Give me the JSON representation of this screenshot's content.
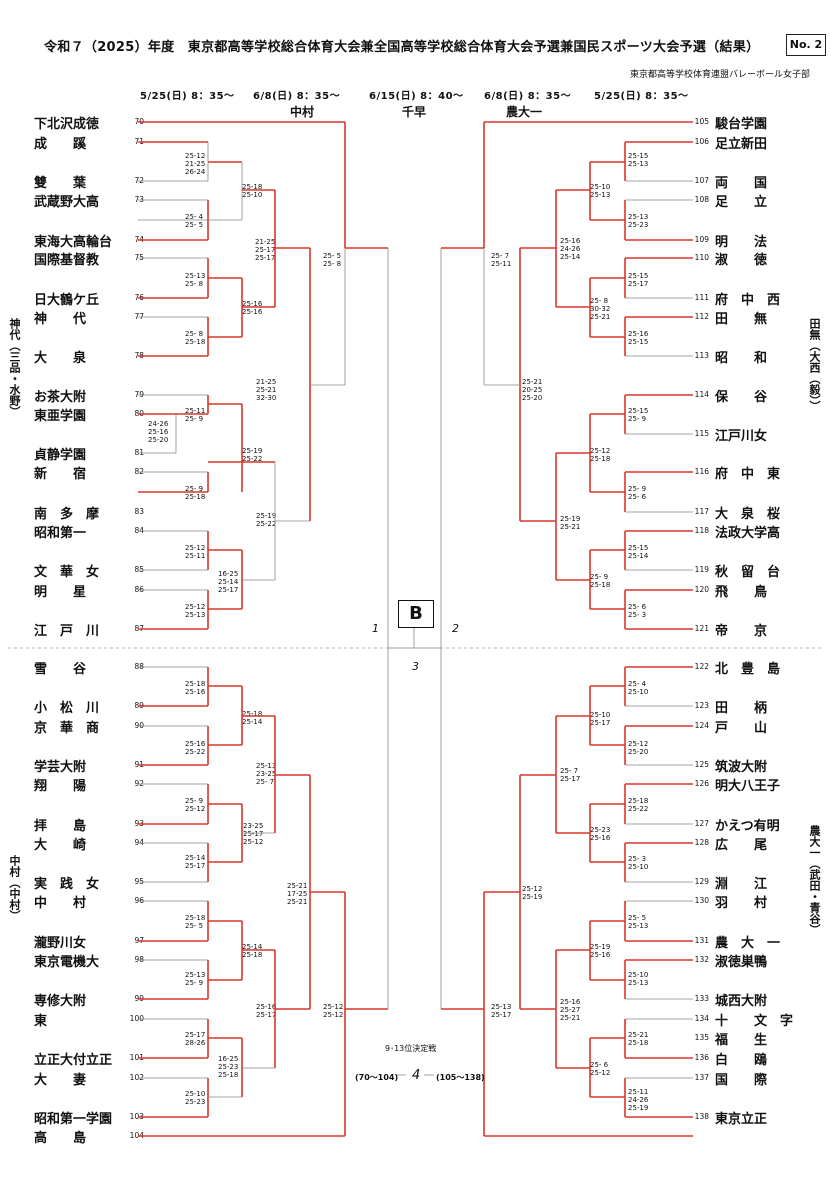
{
  "title": "令和７（2025）年度　東京都高等学校総合体育大会兼全国高等学校総合体育大会予選兼国民スポーツ大会予選（結果）",
  "page_no": "No. 2",
  "org": "東京都高等学校体育連盟バレーボール女子部",
  "dates": [
    "5/25(日) 8：35〜",
    "6/8(日) 8：35〜",
    "6/15(日) 8：40〜",
    "6/8(日) 8：35〜",
    "5/25(日) 8：35〜"
  ],
  "courts": [
    "中村",
    "千早",
    "農大一"
  ],
  "venue_left_top": "神代（三品・水野）",
  "venue_left_bottom": "中村（中村）",
  "venue_right_top": "田無（大西（毅））",
  "venue_right_bottom": "農大一（武田・青谷）",
  "block": "B",
  "final_labels": [
    "1",
    "2",
    "3"
  ],
  "consolation": {
    "title": "9･13位決定戦",
    "left": "(70〜104)",
    "mid": "4",
    "right": "(105〜138)"
  },
  "left_teams": [
    {
      "no": "70",
      "name": "下北沢成徳"
    },
    {
      "no": "71",
      "name": "成　　蹊"
    },
    {
      "no": "72",
      "name": "雙　　葉"
    },
    {
      "no": "73",
      "name": "武蔵野大高"
    },
    {
      "no": "74",
      "name": "東海大高輪台"
    },
    {
      "no": "75",
      "name": "国際基督教"
    },
    {
      "no": "76",
      "name": "日大鶴ケ丘"
    },
    {
      "no": "77",
      "name": "神　　代"
    },
    {
      "no": "78",
      "name": "大　　泉"
    },
    {
      "no": "79",
      "name": "お茶大附"
    },
    {
      "no": "80",
      "name": "東亜学園"
    },
    {
      "no": "81",
      "name": "貞静学園"
    },
    {
      "no": "82",
      "name": "新　　宿"
    },
    {
      "no": "83",
      "name": "南　多　摩"
    },
    {
      "no": "84",
      "name": "昭和第一"
    },
    {
      "no": "85",
      "name": "文　華　女"
    },
    {
      "no": "86",
      "name": "明　　星"
    },
    {
      "no": "87",
      "name": "江　戸　川"
    },
    {
      "no": "88",
      "name": "雪　　谷"
    },
    {
      "no": "89",
      "name": "小　松　川"
    },
    {
      "no": "90",
      "name": "京　華　商"
    },
    {
      "no": "91",
      "name": "学芸大附"
    },
    {
      "no": "92",
      "name": "翔　　陽"
    },
    {
      "no": "93",
      "name": "拝　　島"
    },
    {
      "no": "94",
      "name": "大　　崎"
    },
    {
      "no": "95",
      "name": "実　践　女"
    },
    {
      "no": "96",
      "name": "中　　村"
    },
    {
      "no": "97",
      "name": "瀧野川女"
    },
    {
      "no": "98",
      "name": "東京電機大"
    },
    {
      "no": "99",
      "name": "専修大附"
    },
    {
      "no": "100",
      "name": "東"
    },
    {
      "no": "101",
      "name": "立正大付立正"
    },
    {
      "no": "102",
      "name": "大　　妻"
    },
    {
      "no": "103",
      "name": "昭和第一学園"
    },
    {
      "no": "104",
      "name": "高　　島"
    }
  ],
  "right_teams": [
    {
      "no": "105",
      "name": "駿台学園"
    },
    {
      "no": "106",
      "name": "足立新田"
    },
    {
      "no": "107",
      "name": "両　　国"
    },
    {
      "no": "108",
      "name": "足　　立"
    },
    {
      "no": "109",
      "name": "明　　法"
    },
    {
      "no": "110",
      "name": "淑　　徳"
    },
    {
      "no": "111",
      "name": "府　中　西"
    },
    {
      "no": "112",
      "name": "田　　無"
    },
    {
      "no": "113",
      "name": "昭　　和"
    },
    {
      "no": "114",
      "name": "保　　谷"
    },
    {
      "no": "115",
      "name": "江戸川女"
    },
    {
      "no": "116",
      "name": "府　中　東"
    },
    {
      "no": "117",
      "name": "大　泉　桜"
    },
    {
      "no": "118",
      "name": "法政大学高"
    },
    {
      "no": "119",
      "name": "秋　留　台"
    },
    {
      "no": "120",
      "name": "飛　　鳥"
    },
    {
      "no": "121",
      "name": "帝　　京"
    },
    {
      "no": "122",
      "name": "北　豊　島"
    },
    {
      "no": "123",
      "name": "田　　柄"
    },
    {
      "no": "124",
      "name": "戸　　山"
    },
    {
      "no": "125",
      "name": "筑波大附"
    },
    {
      "no": "126",
      "name": "明大八王子"
    },
    {
      "no": "127",
      "name": "かえつ有明"
    },
    {
      "no": "128",
      "name": "広　　尾"
    },
    {
      "no": "129",
      "name": "淵　　江"
    },
    {
      "no": "130",
      "name": "羽　　村"
    },
    {
      "no": "131",
      "name": "農　大　一"
    },
    {
      "no": "132",
      "name": "淑徳巣鴨"
    },
    {
      "no": "133",
      "name": "城西大附"
    },
    {
      "no": "134",
      "name": "十　　文　字"
    },
    {
      "no": "135",
      "name": "福　　生"
    },
    {
      "no": "136",
      "name": "白　　鴎"
    },
    {
      "no": "137",
      "name": "国　　際"
    },
    {
      "no": "138",
      "name": "東京立正"
    }
  ],
  "scores": [
    {
      "t": "25-12\n21-25\n26-24"
    },
    {
      "t": "25-18\n25-10"
    },
    {
      "t": "25- 4\n25- 5"
    },
    {
      "t": "21-25\n25-17\n25-17"
    },
    {
      "t": "25-13\n25- 8"
    },
    {
      "t": "25-16\n25-16"
    },
    {
      "t": "25- 8\n25-18"
    },
    {
      "t": "25- 5\n25- 8"
    },
    {
      "t": "21-25\n25-21\n32-30"
    },
    {
      "t": "25-11\n25- 9"
    },
    {
      "t": "24-26\n25-16\n25-20"
    },
    {
      "t": "25-19\n25-22"
    },
    {
      "t": "25- 9\n25-18"
    },
    {
      "t": "25-19\n25-22"
    },
    {
      "t": "25-12\n25-11"
    },
    {
      "t": "16-25\n25-14\n25-17"
    },
    {
      "t": "25-12\n25-13"
    },
    {
      "t": "25-18\n25-16"
    },
    {
      "t": "25-18\n25-14"
    },
    {
      "t": "25-16\n25-22"
    },
    {
      "t": "25-13\n23-25\n25- 7"
    },
    {
      "t": "25- 9\n25-12"
    },
    {
      "t": "23-25\n25-17\n25-12"
    },
    {
      "t": "25-14\n25-17"
    },
    {
      "t": "25-21\n17-25\n25-21"
    },
    {
      "t": "25-18\n25- 5"
    },
    {
      "t": "25-14\n25-18"
    },
    {
      "t": "25-13\n25- 9"
    },
    {
      "t": "25-16\n25-17"
    },
    {
      "t": "25-12\n25-12"
    },
    {
      "t": "25-17\n28-26"
    },
    {
      "t": "16-25\n25-23\n25-18"
    },
    {
      "t": "25-10\n25-23"
    },
    {
      "t": "25-15\n25-13"
    },
    {
      "t": "25-10\n25-13"
    },
    {
      "t": "25-13\n25-23"
    },
    {
      "t": "25-16\n24-26\n25-14"
    },
    {
      "t": "25- 7\n25-11"
    },
    {
      "t": "25-15\n25-17"
    },
    {
      "t": "25- 8\n30-32\n25-21"
    },
    {
      "t": "25-16\n25-15"
    },
    {
      "t": "25-21\n20-25\n25-20"
    },
    {
      "t": "25-15\n25- 9"
    },
    {
      "t": "25-12\n25-18"
    },
    {
      "t": "25- 9\n25- 6"
    },
    {
      "t": "25-19\n25-21"
    },
    {
      "t": "25-15\n25-14"
    },
    {
      "t": "25- 9\n25-18"
    },
    {
      "t": "25- 6\n25- 3"
    },
    {
      "t": "25- 4\n25-10"
    },
    {
      "t": "25-10\n25-17"
    },
    {
      "t": "25-12\n25-20"
    },
    {
      "t": "25- 7\n25-17"
    },
    {
      "t": "25-18\n25-22"
    },
    {
      "t": "25-23\n25-16"
    },
    {
      "t": "25- 3\n25-10"
    },
    {
      "t": "25-12\n25-19"
    },
    {
      "t": "25- 5\n25-13"
    },
    {
      "t": "25-19\n25-16"
    },
    {
      "t": "25-10\n25-13"
    },
    {
      "t": "25-16\n25-27\n25-21"
    },
    {
      "t": "25-21\n25-18"
    },
    {
      "t": "25- 6\n25-12"
    },
    {
      "t": "25-11\n24-26\n25-19"
    },
    {
      "t": "25-13\n25-17"
    }
  ]
}
